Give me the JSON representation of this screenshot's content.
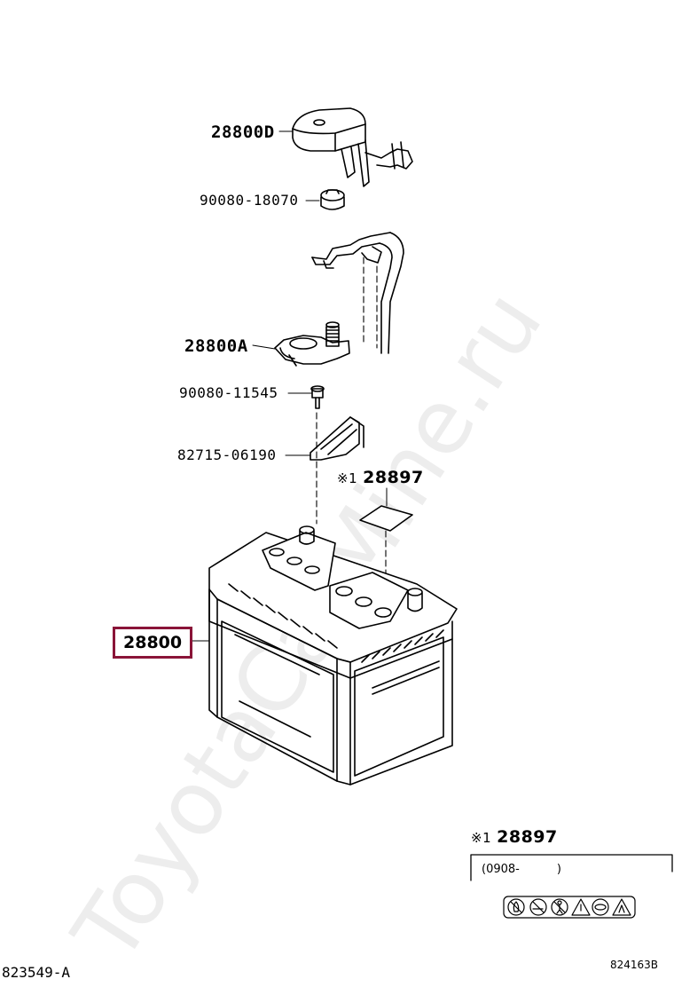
{
  "watermark": "ToyotaCarMine.ru",
  "accent_color": "#8a1438",
  "callouts": [
    {
      "id": "cover",
      "text": "28800D"
    },
    {
      "id": "nut",
      "text": "90080-18070"
    },
    {
      "id": "clamp",
      "text": "28800A"
    },
    {
      "id": "bolt",
      "text": "90080-11545"
    },
    {
      "id": "clip",
      "text": "82715-06190"
    },
    {
      "id": "label",
      "mark": "※1",
      "text": "28897"
    },
    {
      "id": "battery",
      "text": "28800",
      "highlighted": true
    }
  ],
  "note": {
    "mark": "※1",
    "part": "28897",
    "range_text": "(0908-",
    "range_close": ")"
  },
  "label_icons": [
    "no-flame-icon",
    "no-smoking-icon",
    "keep-away-children-icon",
    "caution-triangle-icon",
    "eye-protection-icon",
    "explosive-gas-icon"
  ],
  "footer": {
    "left": "823549-A",
    "right": "824163B"
  }
}
